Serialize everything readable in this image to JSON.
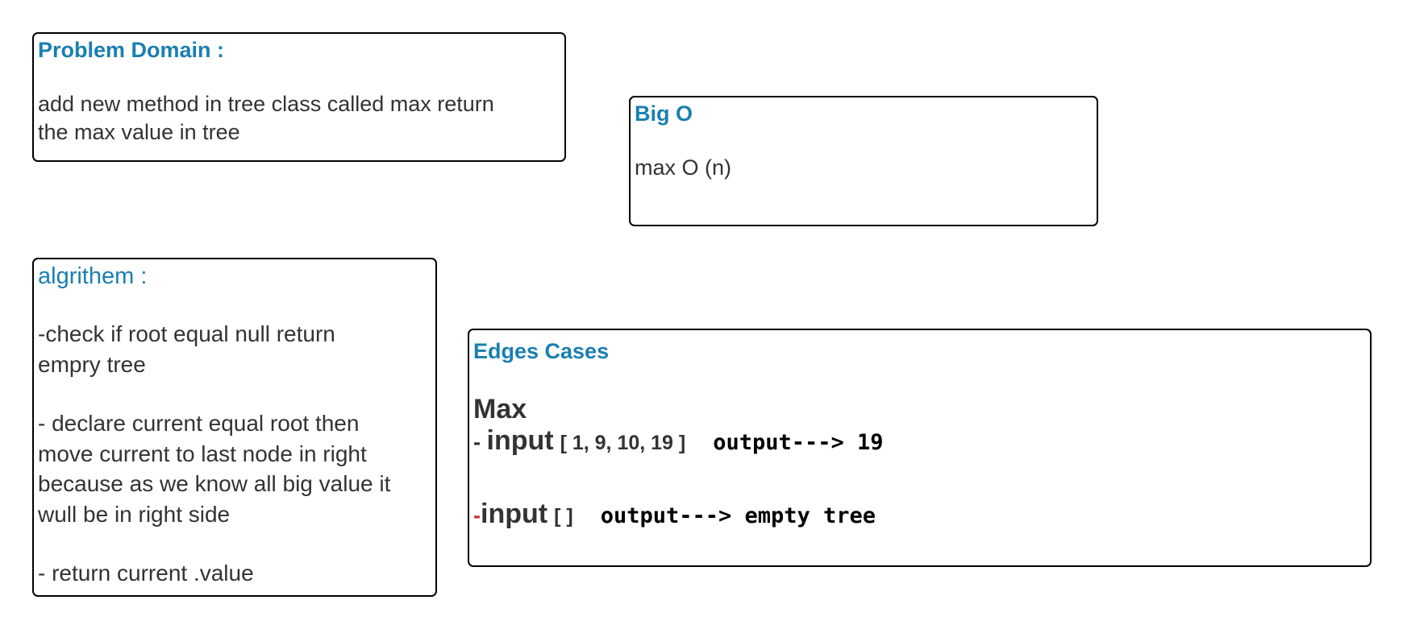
{
  "problem_domain": {
    "heading": "Problem Domain :",
    "lines": [
      "add new method in tree class called max return",
      "the max value in tree"
    ]
  },
  "big_o": {
    "heading": "Big O",
    "text": "max O (n)"
  },
  "algorithm": {
    "heading": "algrithem :",
    "steps": [
      [
        "-check if root equal null return",
        "empry tree"
      ],
      [
        "- declare current equal root then",
        "move current to last node in right",
        "because as we know all big value it",
        "wull be in right side"
      ],
      [
        "- return current .value"
      ]
    ]
  },
  "edge_cases": {
    "heading": "Edges Cases",
    "title": "Max",
    "cases": [
      {
        "dash": "- ",
        "input_label": "input",
        "input_value": "[ 1, 9, 10, 19 ]",
        "output": "output---> 19"
      },
      {
        "dash": "-",
        "input_label": "input",
        "input_value": "[ ]",
        "output": "output---> empty tree"
      }
    ]
  },
  "colors": {
    "heading": "#1a7fb0",
    "text": "#333333",
    "border": "#000000",
    "dash_accent": "#c0392b"
  }
}
